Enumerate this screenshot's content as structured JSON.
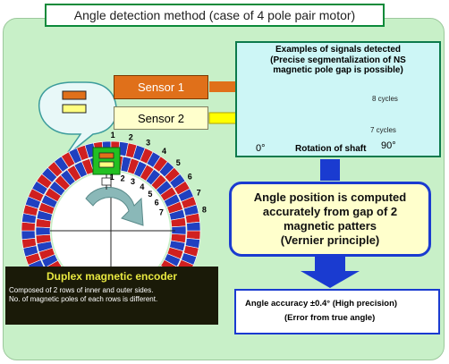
{
  "title": "Angle detection method (case of 4 pole pair motor)",
  "sensors": {
    "sensor1": "Sensor 1",
    "sensor2": "Sensor 2"
  },
  "signals": {
    "title_lines": [
      "Examples of signals detected",
      "(Precise segmentalization of NS",
      "magnetic pole gap is possible)"
    ],
    "wave1_label": "8 cycles",
    "wave2_label": "7 cycles",
    "axis_start": "0°",
    "axis_end": "90°",
    "axis_label": "Rotation of shaft"
  },
  "compute": {
    "lines": [
      "Angle position is computed",
      "accurately from gap of 2",
      "magnetic patters",
      "(Vernier principle)"
    ]
  },
  "accuracy": {
    "line1": "Angle accuracy ±0.4°  (High precision)",
    "line2": "(Error from true angle)"
  },
  "encoder": {
    "title": "Duplex magnetic encoder",
    "desc1": "Composed of 2 rows of inner and outer sides.",
    "desc2": "No. of magnetic poles of each rows is different.",
    "outer_numbers": [
      "1",
      "2",
      "3",
      "4",
      "5",
      "6",
      "7",
      "8"
    ],
    "inner_numbers": [
      "1",
      "2",
      "3",
      "4",
      "5",
      "6",
      "7"
    ]
  },
  "colors": {
    "sensor1": "#e0701a",
    "sensor2": "#ffffcc",
    "compute_border": "#1a3bd0",
    "wave1": "#e07010",
    "wave2": "#f0e000"
  }
}
